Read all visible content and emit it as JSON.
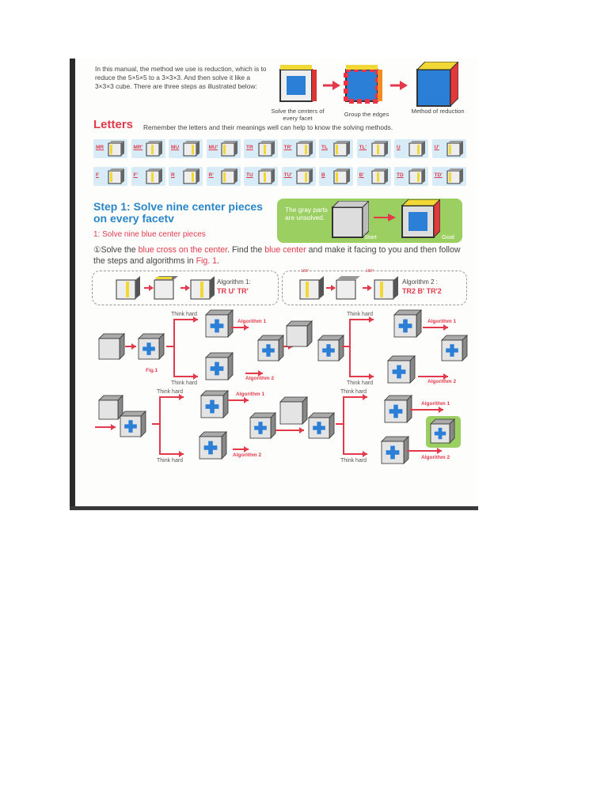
{
  "intro": {
    "text": "In this manual, the method we use is reduction, which is to reduce the 5×5×5 to a 3×3×3. And then solve it like a 3×3×3 cube. There are three steps as illustrated below:",
    "captions": [
      "Solve the centers of every facet",
      "Group the edges",
      "Method of reduction"
    ]
  },
  "letters": {
    "heading": "Letters",
    "subtitle": "Remember the letters and their meanings well can help to know the solving methods.",
    "row1": [
      "MR",
      "MR'",
      "MU",
      "MU'",
      "TR",
      "TR'",
      "TL",
      "TL'",
      "U",
      "U'"
    ],
    "row2": [
      "F",
      "F'",
      "R",
      "R'",
      "TU",
      "TU'",
      "B",
      "B'",
      "TD",
      "TD'"
    ]
  },
  "step1": {
    "title_line1": "Step 1: Solve nine center pieces",
    "title_line2": "on every facetv",
    "subtitle": "1: Solve nine blue center pieces",
    "para_a": "①Solve the ",
    "para_b": "blue cross on the center",
    "para_c": ". Find the ",
    "para_d": "blue center",
    "para_e": " and make it facing to you and then follow the steps and algorithms in ",
    "para_f": "Fig. 1",
    "para_g": ".",
    "note": "The gray parts are unsolved.",
    "start_label": "Start",
    "goal_label": "Goal"
  },
  "algorithms": {
    "a1_title": "Algorithm 1:",
    "a1_code": "TR U' TR'",
    "a2_title": "Algorithm 2 :",
    "a2_code": "TR2 B' TR'2",
    "deg": "180°"
  },
  "flow": {
    "think": "Think hard",
    "alg1": "Algorithm 1",
    "alg2": "Algorithm 2",
    "fig": "Fig.1"
  },
  "colors": {
    "accent_red": "#e23a4b",
    "accent_blue": "#2a86c8",
    "goal_green": "#9ccf61"
  }
}
